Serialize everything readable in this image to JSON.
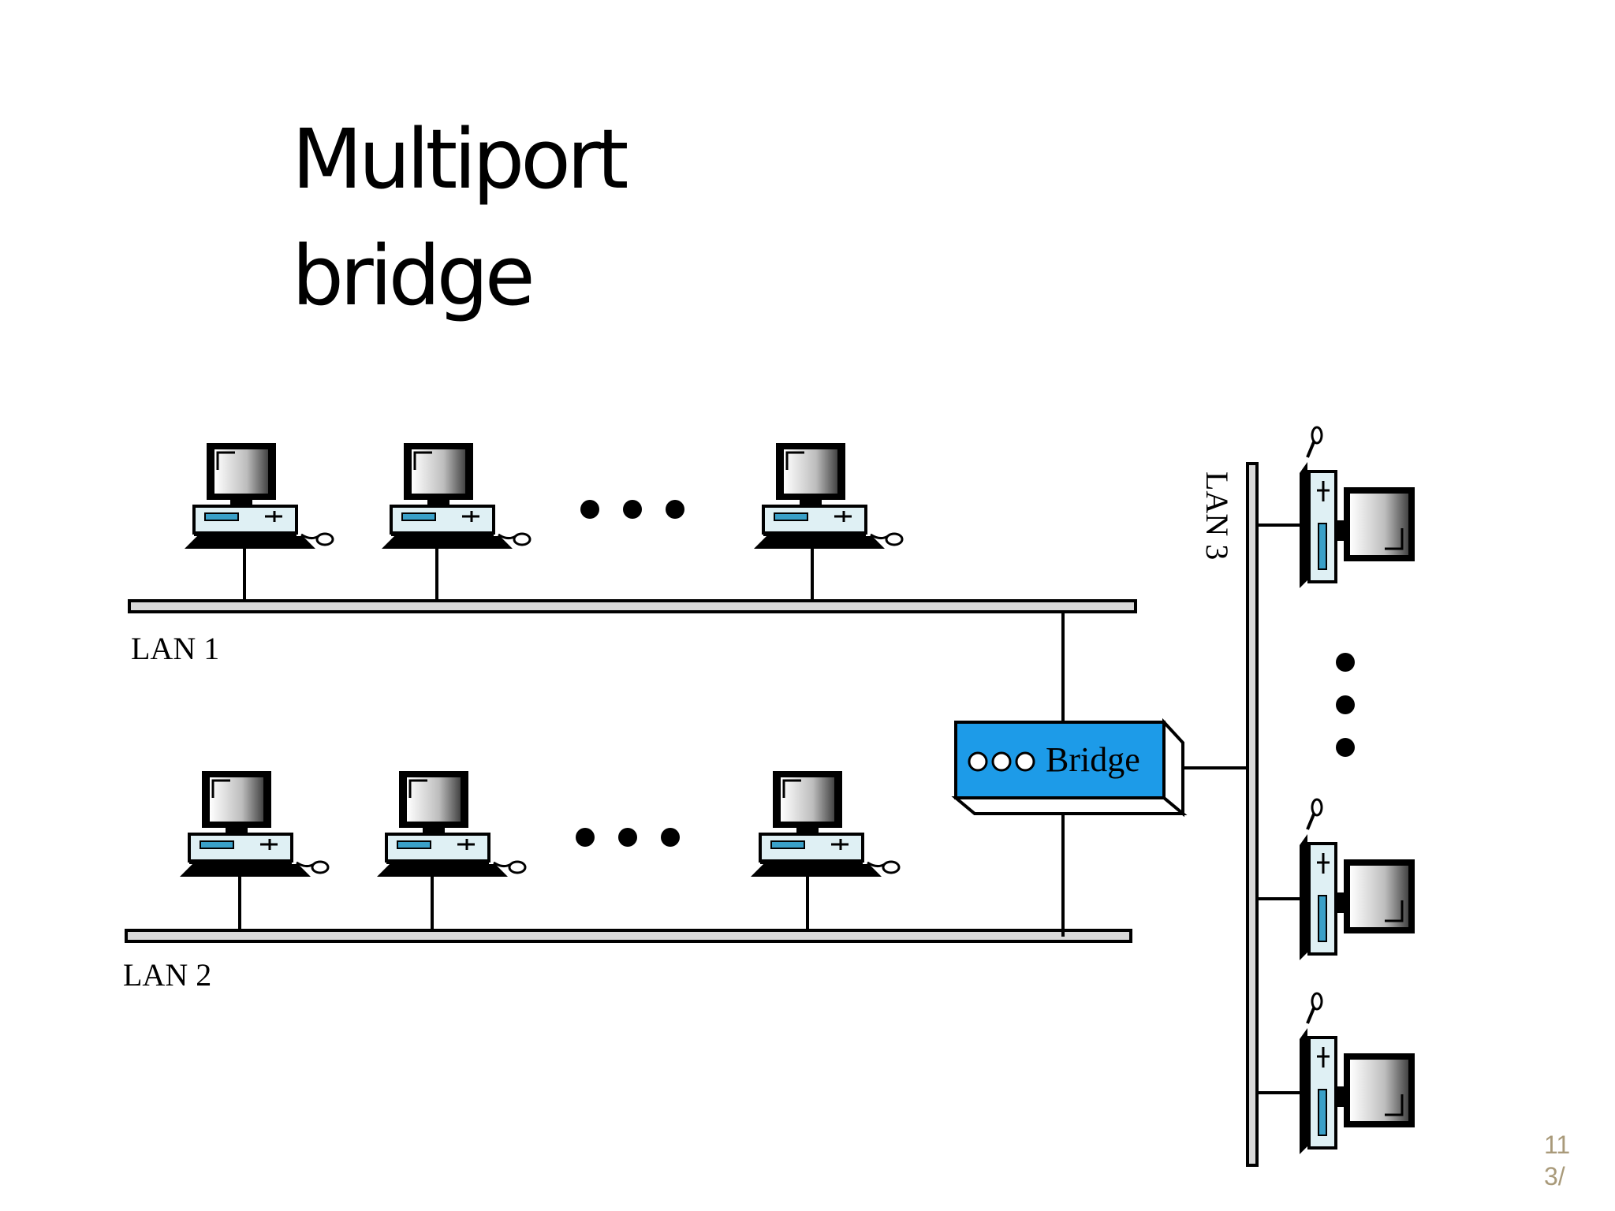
{
  "slide": {
    "title_line1": "Multiport",
    "title_line2": "bridge",
    "slide_number": "113/"
  },
  "diagram": {
    "lan1_label": "LAN 1",
    "lan2_label": "LAN 2",
    "lan3_label": "LAN 3",
    "bridge_label": "Bridge",
    "colors": {
      "bridge_fill": "#1d9be8",
      "drive_slot": "#3aa0c8",
      "case_fill": "#dff0f4",
      "bus_fill": "#d8d8d8"
    },
    "icons": [
      "desktop-computer-icon",
      "ellipsis-dots",
      "bridge-device-icon"
    ]
  }
}
